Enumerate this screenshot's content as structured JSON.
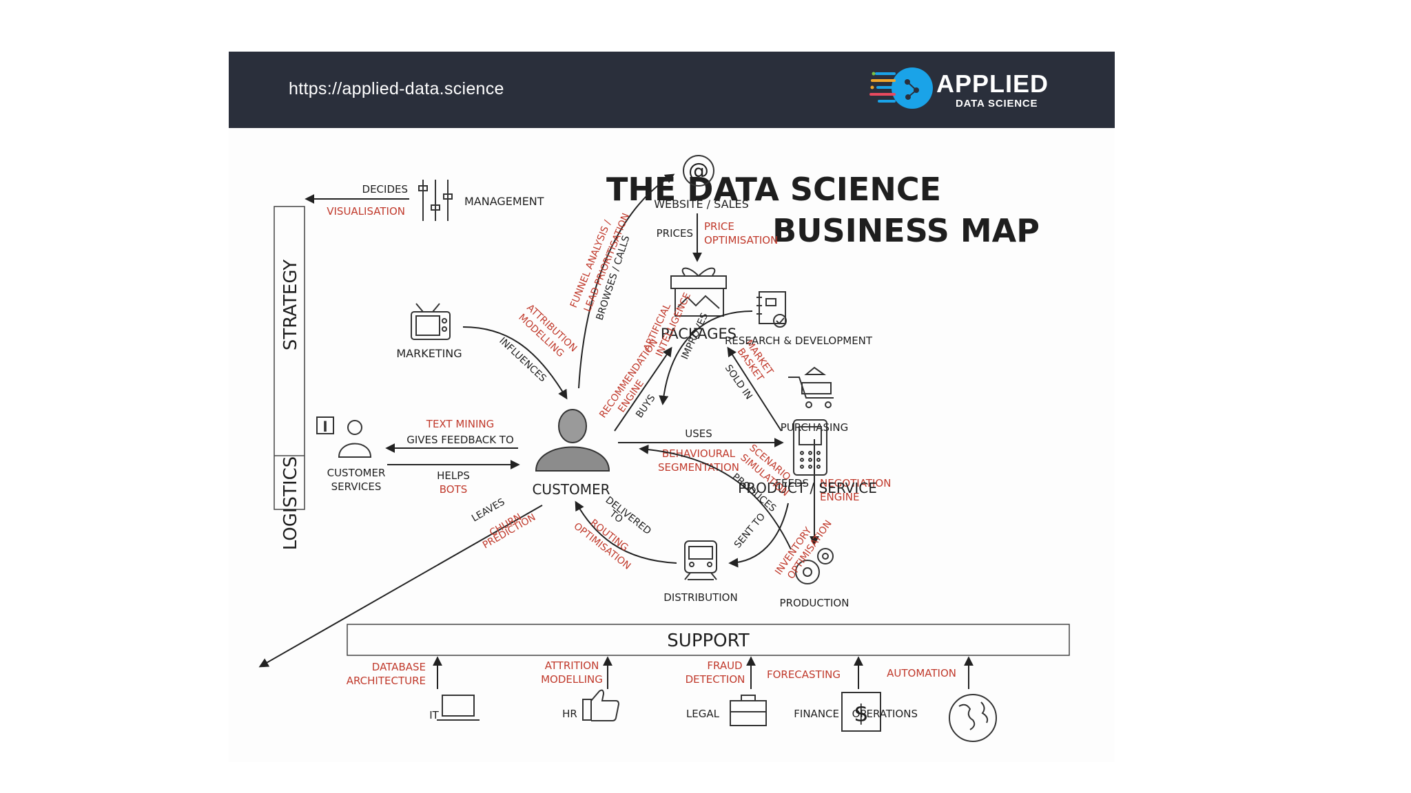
{
  "header": {
    "url": "https://applied-data.science",
    "logo_name": "APPLIED",
    "logo_sub": "DATA SCIENCE"
  },
  "colors": {
    "header_bg": "#2a2f3b",
    "label_red": "#c0392b",
    "logo_blue": "#1aa3e8"
  },
  "title": {
    "line1": "THE DATA SCIENCE",
    "line2": "BUSINESS MAP"
  },
  "sections": {
    "strategy": "STRATEGY",
    "logistics": "LOGISTICS",
    "support": "SUPPORT"
  },
  "nodes": {
    "management": "MANAGEMENT",
    "website": "WEBSITE / SALES",
    "packages": "PACKAGES",
    "marketing": "MARKETING",
    "research": "RESEARCH & DEVELOPMENT",
    "purchasing": "PURCHASING",
    "customer_services": [
      "CUSTOMER",
      "SERVICES"
    ],
    "customer": "CUSTOMER",
    "product": "PRODUCT / SERVICE",
    "distribution": "DISTRIBUTION",
    "production": "PRODUCTION"
  },
  "edges": {
    "decides": "DECIDES",
    "visualisation": "VISUALISATION",
    "prices": "PRICES",
    "price_opt": [
      "PRICE",
      "OPTIMISATION"
    ],
    "funnel": [
      "FUNNEL ANALYSIS /",
      "LEAD PRIORITISATION"
    ],
    "browses": "BROWSES / CALLS",
    "attribution": [
      "ATTRIBUTION",
      "MODELLING"
    ],
    "influences": "INFLUENCES",
    "recommendation": [
      "RECOMMENDATION",
      "ENGINE"
    ],
    "buys": "BUYS",
    "market_basket": [
      "MARKET",
      "BASKET"
    ],
    "sold_in": "SOLD IN",
    "ai": [
      "ARTIFICIAL",
      "INTELLIGENCE"
    ],
    "improves": "IMPROVES",
    "text_mining": "TEXT MINING",
    "gives_feedback": "GIVES FEEDBACK TO",
    "helps": "HELPS",
    "bots": "BOTS",
    "uses": "USES",
    "behavioural": [
      "BEHAVIOURAL",
      "SEGMENTATION"
    ],
    "scenario": [
      "SCENARIO",
      "SIMULATION"
    ],
    "produces": "PRODUCES",
    "feeds": "FEEDS",
    "negotiation": [
      "NEGOTIATION",
      "ENGINE"
    ],
    "leaves": "LEAVES",
    "churn": [
      "CHURN",
      "PREDICTION"
    ],
    "delivered": [
      "DELIVERED",
      "TO"
    ],
    "routing": [
      "ROUTING",
      "OPTIMISATION"
    ],
    "sent_to": "SENT TO",
    "inventory": [
      "INVENTORY",
      "OPTIMISATION"
    ]
  },
  "support_items": {
    "it": {
      "label": "IT",
      "service": [
        "DATABASE",
        "ARCHITECTURE"
      ]
    },
    "hr": {
      "label": "HR",
      "service": [
        "ATTRITION",
        "MODELLING"
      ]
    },
    "legal": {
      "label": "LEGAL",
      "service": [
        "FRAUD",
        "DETECTION"
      ]
    },
    "finance": {
      "label": "FINANCE",
      "service": [
        "FORECASTING"
      ]
    },
    "operations": {
      "label": "OPERATIONS",
      "service": [
        "AUTOMATION"
      ]
    }
  }
}
